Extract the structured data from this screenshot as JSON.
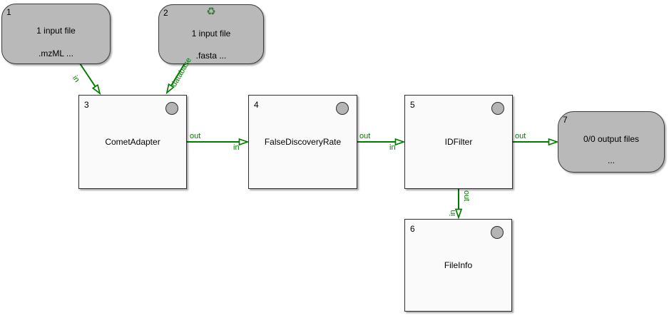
{
  "colors": {
    "edge_green": "#007c00",
    "edge_label_green": "#007c00",
    "input_node_fill": "#b9b9b9",
    "tool_node_fill": "#fafafa",
    "node_border": "#2e2e2e",
    "status_circle_fill": "#b4b4b4",
    "recycle_icon_green": "#357a38"
  },
  "diagram": {
    "nodes": [
      {
        "id": "1",
        "type": "input-file",
        "line1": "1 input file",
        "line2": ".mzML ..."
      },
      {
        "id": "2",
        "type": "input-file",
        "icon": "recycle-icon",
        "icon_glyph": "♻",
        "line1": "1 input file",
        "line2": ".fasta ..."
      },
      {
        "id": "3",
        "type": "tool",
        "label": "CometAdapter"
      },
      {
        "id": "4",
        "type": "tool",
        "label": "FalseDiscoveryRate"
      },
      {
        "id": "5",
        "type": "tool",
        "label": "IDFilter"
      },
      {
        "id": "6",
        "type": "tool",
        "label": "FileInfo"
      },
      {
        "id": "7",
        "type": "output-file",
        "line1": "0/0 output files",
        "line2": "..."
      }
    ],
    "edges": [
      {
        "from": "1",
        "to": "3",
        "target_label": "in"
      },
      {
        "from": "2",
        "to": "3",
        "target_label": "database"
      },
      {
        "from": "3",
        "to": "4",
        "source_label": "out",
        "target_label": "in"
      },
      {
        "from": "4",
        "to": "5",
        "source_label": "out",
        "target_label": "in"
      },
      {
        "from": "5",
        "to": "7",
        "source_label": "out"
      },
      {
        "from": "5",
        "to": "6",
        "source_label": "out",
        "target_label": "in"
      }
    ]
  }
}
